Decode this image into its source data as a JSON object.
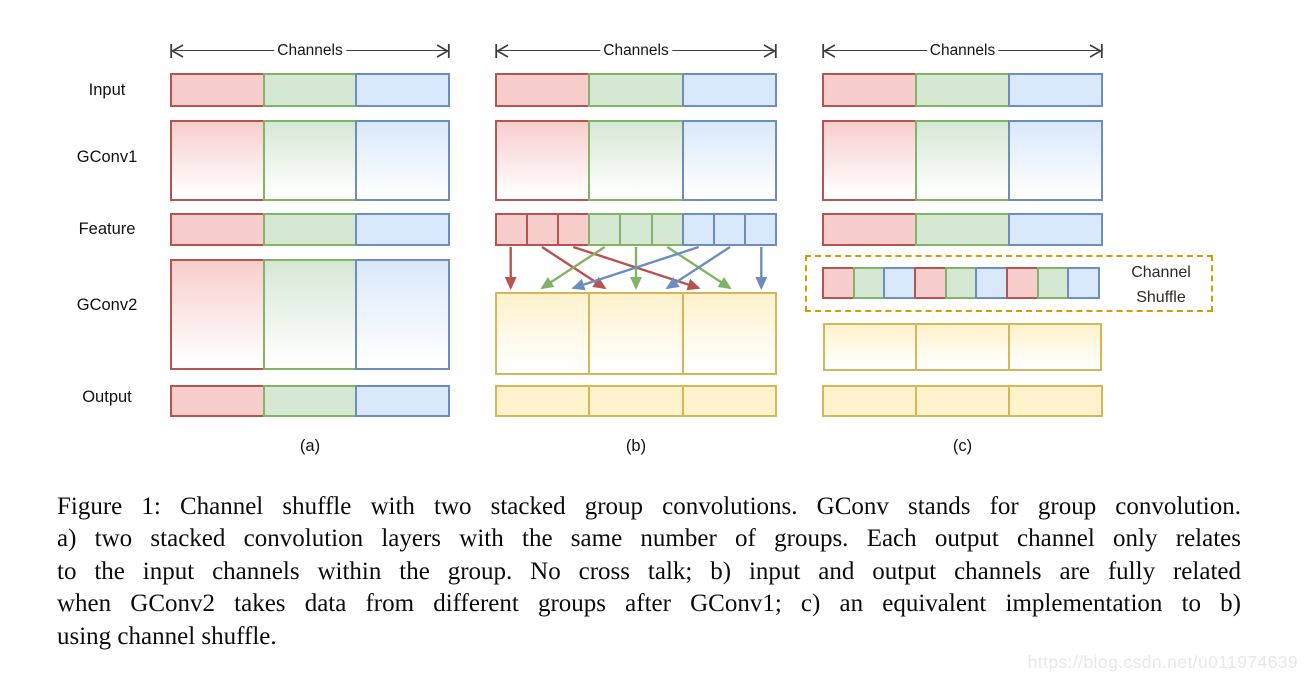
{
  "figure": {
    "channels_label": "Channels",
    "row_labels": {
      "input": "Input",
      "gconv1": "GConv1",
      "feature": "Feature",
      "gconv2": "GConv2",
      "output": "Output"
    },
    "panel_labels": {
      "a": "(a)",
      "b": "(b)",
      "c": "(c)"
    },
    "channel_shuffle_label": "Channel Shuffle",
    "colors": {
      "red": {
        "fill": "#f8cecc",
        "stroke": "#b85450"
      },
      "green": {
        "fill": "#d5e8d4",
        "stroke": "#82b366"
      },
      "blue": {
        "fill": "#dae8fc",
        "stroke": "#6c8ebf"
      },
      "yellow": {
        "fill": "#fff2cc",
        "stroke": "#d6b656"
      },
      "dashed_box": "#d79b00",
      "arrow_line": "#3d3d3d"
    },
    "rows": {
      "group_sequence": [
        "red",
        "green",
        "blue"
      ],
      "feature_b_sequence": [
        "red",
        "red",
        "red",
        "green",
        "green",
        "green",
        "blue",
        "blue",
        "blue"
      ],
      "shuffle_sequence": [
        "red",
        "green",
        "blue",
        "red",
        "green",
        "blue",
        "red",
        "green",
        "blue"
      ],
      "yellow_sequence": [
        "yellow",
        "yellow",
        "yellow"
      ]
    },
    "shuffle_arrows": [
      {
        "color": "red",
        "from_cell": 0,
        "to_block": 0,
        "to_slot": 0
      },
      {
        "color": "red",
        "from_cell": 1,
        "to_block": 1,
        "to_slot": 0
      },
      {
        "color": "red",
        "from_cell": 2,
        "to_block": 2,
        "to_slot": 0
      },
      {
        "color": "green",
        "from_cell": 3,
        "to_block": 0,
        "to_slot": 1
      },
      {
        "color": "green",
        "from_cell": 4,
        "to_block": 1,
        "to_slot": 1
      },
      {
        "color": "green",
        "from_cell": 5,
        "to_block": 2,
        "to_slot": 1
      },
      {
        "color": "blue",
        "from_cell": 6,
        "to_block": 0,
        "to_slot": 2
      },
      {
        "color": "blue",
        "from_cell": 7,
        "to_block": 1,
        "to_slot": 2
      },
      {
        "color": "blue",
        "from_cell": 8,
        "to_block": 2,
        "to_slot": 2
      }
    ]
  },
  "caption": {
    "lines": [
      "Figure 1: Channel shuffle with two stacked group convolutions. GConv stands for group convolution.",
      "a) two stacked convolution layers with the same number of groups. Each output channel only relates",
      "to the input channels within the group. No cross talk; b) input and output channels are fully related",
      "when GConv2 takes data from different groups after GConv1; c) an equivalent implementation to b)",
      "using channel shuffle."
    ]
  },
  "watermark": "https://blog.csdn.net/u011974639"
}
